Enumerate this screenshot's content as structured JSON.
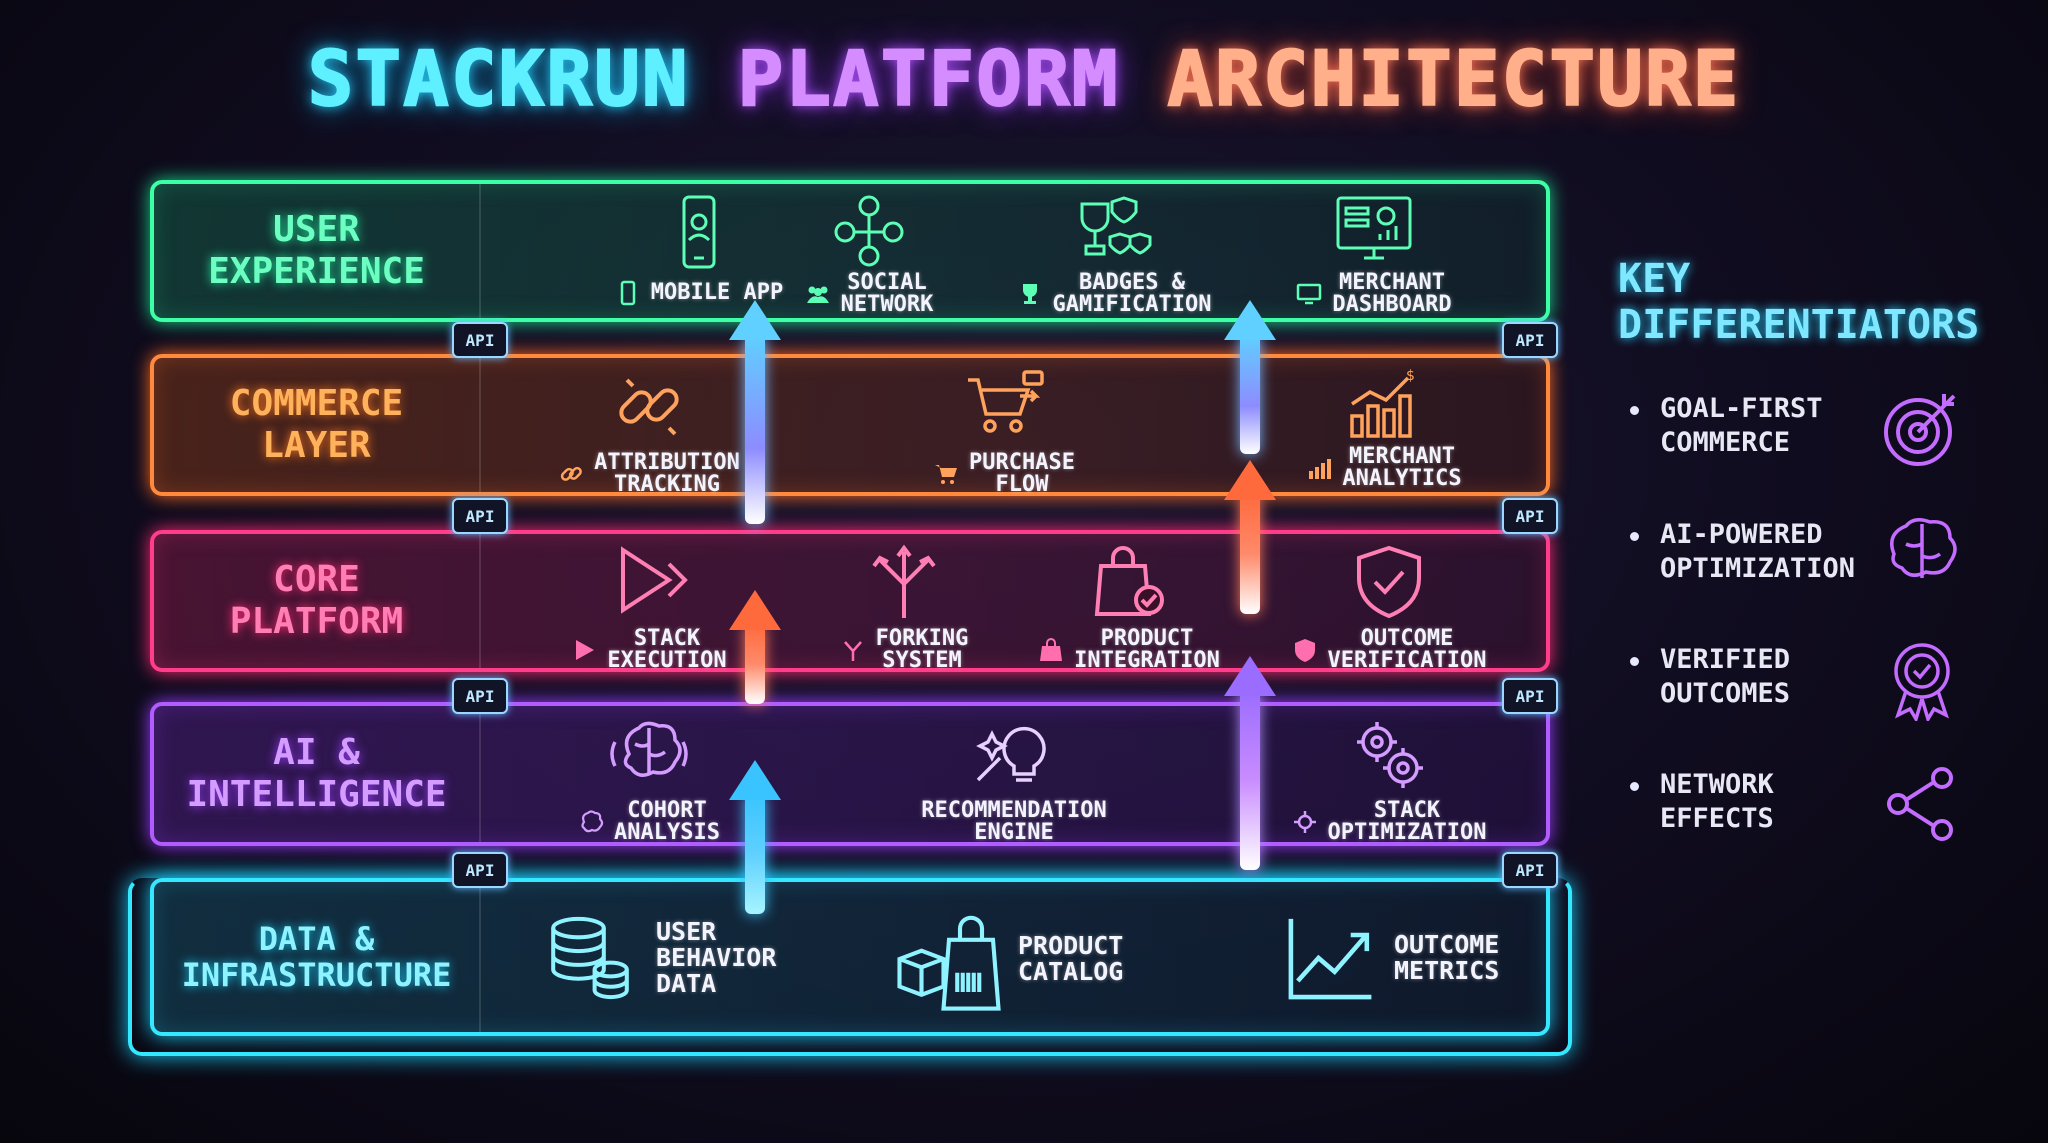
{
  "title": {
    "part1": "STACKRUN",
    "part2": "PLATFORM",
    "part3": "ARCHITECTURE"
  },
  "layers": [
    {
      "label": "USER\nEXPERIENCE",
      "items": [
        {
          "icon": "smartphone-icon",
          "label": "MOBILE APP"
        },
        {
          "icon": "social-network-icon",
          "label": "SOCIAL\nNETWORK"
        },
        {
          "icon": "trophy-badges-icon",
          "label": "BADGES &\nGAMIFICATION"
        },
        {
          "icon": "dashboard-monitor-icon",
          "label": "MERCHANT\nDASHBOARD"
        }
      ]
    },
    {
      "label": "COMMERCE\nLAYER",
      "items": [
        {
          "icon": "chain-link-icon",
          "label": "ATTRIBUTION\nTRACKING"
        },
        {
          "icon": "shopping-cart-icon",
          "label": "PURCHASE\nFLOW"
        },
        {
          "icon": "bar-chart-icon",
          "label": "MERCHANT\nANALYTICS"
        }
      ]
    },
    {
      "label": "CORE\nPLATFORM",
      "items": [
        {
          "icon": "play-icon",
          "label": "STACK\nEXECUTION"
        },
        {
          "icon": "fork-icon",
          "label": "FORKING\nSYSTEM"
        },
        {
          "icon": "shopping-bag-check-icon",
          "label": "PRODUCT\nINTEGRATION"
        },
        {
          "icon": "shield-check-icon",
          "label": "OUTCOME\nVERIFICATION"
        }
      ]
    },
    {
      "label": "AI &\nINTELLIGENCE",
      "items": [
        {
          "icon": "brain-icon",
          "label": "COHORT\nANALYSIS"
        },
        {
          "icon": "lightbulb-icon",
          "label": "RECOMMENDATION\nENGINE"
        },
        {
          "icon": "gears-icon",
          "label": "STACK\nOPTIMIZATION"
        }
      ]
    },
    {
      "label": "DATA &\nINFRASTRUCTURE",
      "items": [
        {
          "icon": "database-icon",
          "label": "USER\nBEHAVIOR\nDATA"
        },
        {
          "icon": "product-boxes-icon",
          "label": "PRODUCT\nCATALOG"
        },
        {
          "icon": "trend-chart-icon",
          "label": "OUTCOME\nMETRICS"
        }
      ]
    }
  ],
  "api_label": "API",
  "key_differentiators": {
    "title": "KEY\nDIFFERENTIATORS",
    "items": [
      {
        "label": "GOAL-FIRST\nCOMMERCE",
        "icon": "target-icon"
      },
      {
        "label": "AI-POWERED\nOPTIMIZATION",
        "icon": "brain-icon"
      },
      {
        "label": "VERIFIED\nOUTCOMES",
        "icon": "award-badge-icon"
      },
      {
        "label": "NETWORK\nEFFECTS",
        "icon": "share-icon"
      }
    ]
  },
  "colors": {
    "user_experience": "#3dffa6",
    "commerce": "#ff8a3d",
    "core": "#ff3d8a",
    "ai": "#b05cff",
    "data": "#35e8ff"
  }
}
